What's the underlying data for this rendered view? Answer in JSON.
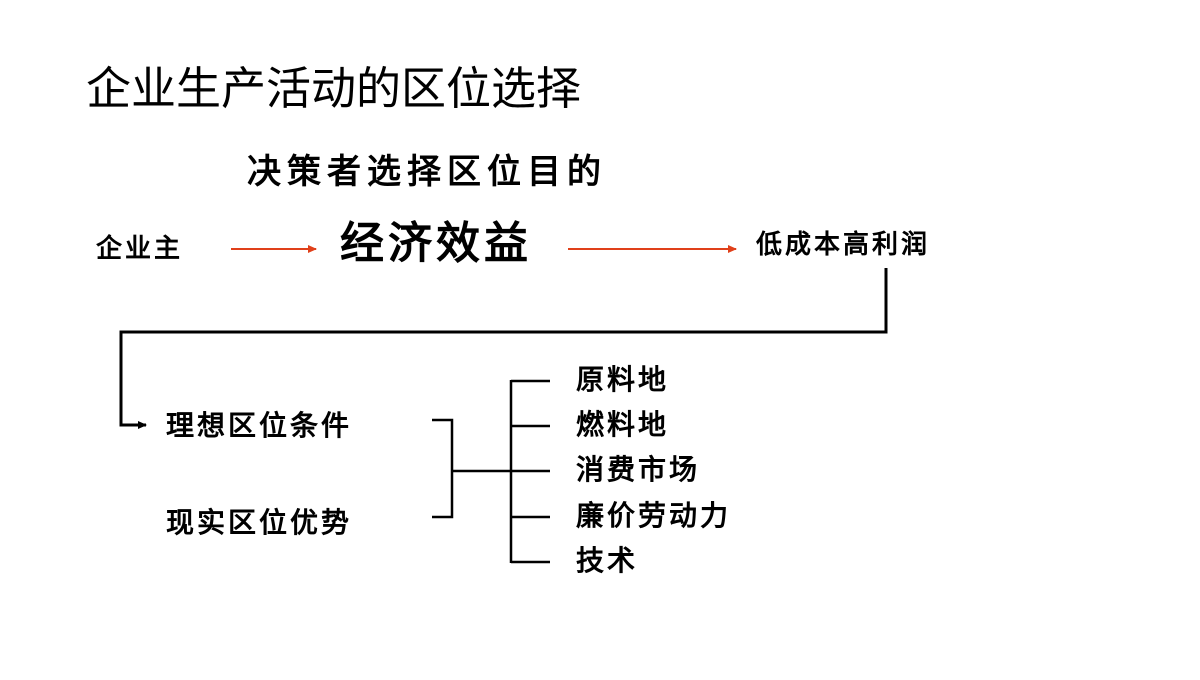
{
  "title": "企业生产活动的区位选择",
  "subtitle": "决策者选择区位目的",
  "flow": {
    "owner": "企业主",
    "goal": "经济效益",
    "result": "低成本高利润"
  },
  "conditions": {
    "ideal": "理想区位条件",
    "actual": "现实区位优势"
  },
  "factors": [
    "原料地",
    "燃料地",
    "消费市场",
    "廉价劳动力",
    "技术"
  ],
  "colors": {
    "arrow": "#e0401a",
    "line": "#000000",
    "text": "#000000"
  }
}
